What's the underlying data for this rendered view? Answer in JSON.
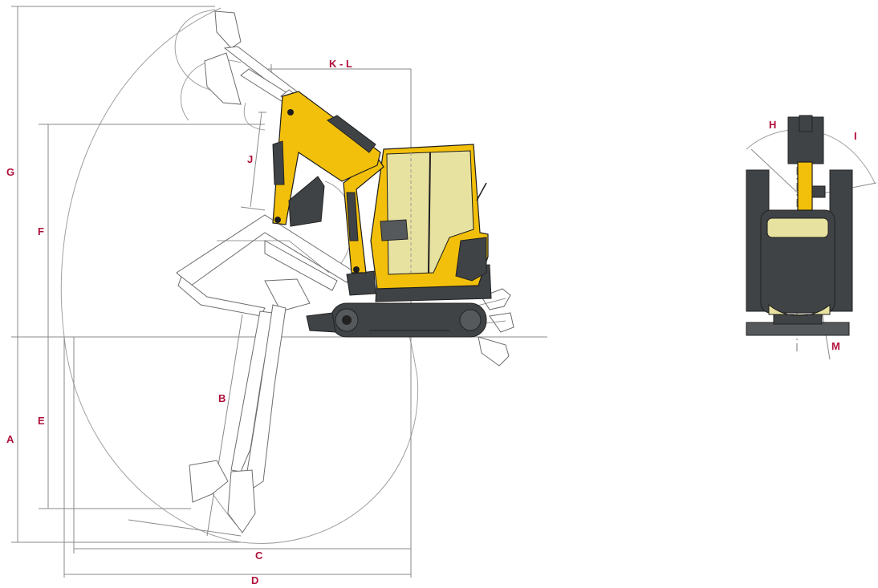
{
  "colors": {
    "label": "#b0103a",
    "machine_body": "#f2c00a",
    "machine_dark": "#3f4346",
    "dimension_line": "#8a8a8a"
  },
  "side_view": {
    "labels": {
      "a": "A",
      "b": "B",
      "c": "C",
      "d": "D",
      "e": "E",
      "f": "F",
      "g": "G",
      "j": "J",
      "kl": "K - L"
    }
  },
  "front_view": {
    "labels": {
      "h": "H",
      "i": "I",
      "m": "M"
    }
  }
}
